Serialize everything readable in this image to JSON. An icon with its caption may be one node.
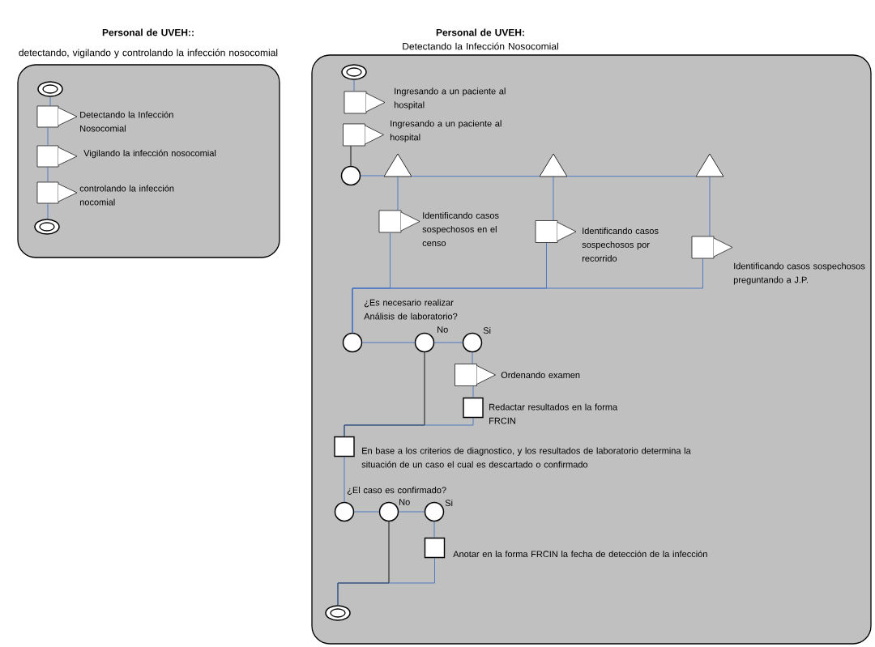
{
  "diagram": {
    "nodes": [
      {
        "text": [
          "Personal de UVEH::",
          "detectando, vigilando y controlando la infección nosocomial"
        ]
      },
      {
        "text": [],
        "shape": "ellipse",
        "in": 0
      },
      {
        "text": [],
        "shape": "box",
        "in": 0,
        "beside": [
          "Detectando la Infección Nosocomial"
        ]
      },
      {
        "text": [],
        "shape": "box",
        "in": 0,
        "beside": [
          "Vigilando la infección nosocomial"
        ]
      },
      {
        "text": [],
        "shape": "box",
        "in": 0,
        "beside": [
          "controlando la infección nocomial"
        ]
      },
      {
        "text": [],
        "shape": "ellipse",
        "in": 0
      },
      {
        "text": [
          "Personal de UVEH:",
          "Detectando la Infección Nosocomial"
        ]
      },
      {
        "text": [],
        "shape": "ellipse",
        "in": 6
      },
      {
        "text": [],
        "shape": "box",
        "in": 6,
        "beside": [
          "Ingresando a un paciente al hospital"
        ]
      },
      {
        "text": [],
        "shape": "box",
        "in": 6,
        "beside": [
          "Ingresando a un paciente al hospital"
        ]
      },
      {
        "text": [],
        "shape": "circle",
        "in": 6
      },
      {
        "text": [],
        "shape": "triangle",
        "in": 6
      },
      {
        "text": [],
        "shape": "triangle",
        "in": 6
      },
      {
        "text": [],
        "shape": "triangle",
        "in": 6
      },
      {
        "text": [],
        "shape": "box",
        "in": 6,
        "beside": [
          "Identificando casos sospechosos en el censo"
        ]
      },
      {
        "text": [],
        "shape": "box",
        "in": 6,
        "beside": [
          "Identificando casos sospechosos por recorrido"
        ]
      },
      {
        "text": [],
        "shape": "box",
        "in": 6,
        "beside": [
          "Identificando casos sospechosos preguntando a J.P."
        ]
      },
      {
        "text": [],
        "shape": "circle",
        "in": 6,
        "beside": [
          "¿Es necesario realizar Análisis de laboratorio?"
        ]
      },
      {
        "text": [],
        "shape": "circle",
        "in": 6,
        "beside": [
          "No"
        ]
      },
      {
        "text": [],
        "shape": "circle",
        "in": 6,
        "beside": [
          "Si"
        ]
      },
      {
        "text": [],
        "shape": "box",
        "in": 6,
        "beside": [
          "Ordenando examen"
        ]
      },
      {
        "text": [],
        "shape": "box",
        "in": 6,
        "beside": [
          "Redactar resultados en la forma FRCIN"
        ]
      },
      {
        "text": [],
        "shape": "box",
        "in": 6,
        "beside": [
          "En base a los criterios de diagnostico, y los resultados de laboratorio determina la situación de un caso el cual es descartado o confirmado"
        ]
      },
      {
        "text": [],
        "shape": "circle",
        "in": 6,
        "beside": [
          "¿El caso es confirmado?"
        ]
      },
      {
        "text": [],
        "shape": "circle",
        "in": 6,
        "beside": [
          "No"
        ]
      },
      {
        "text": [],
        "shape": "circle",
        "in": 6,
        "beside": [
          "Si"
        ]
      },
      {
        "text": [],
        "shape": "box",
        "in": 6,
        "beside": [
          "Anotar en la forma FRCIN la fecha de detección de la infección"
        ]
      },
      {
        "text": [],
        "shape": "ellipse",
        "in": 6
      }
    ],
    "edges": [
      {
        "from": 1,
        "to": 2,
        "arrow": "none"
      },
      {
        "from": 2,
        "to": 3,
        "arrow": "none"
      },
      {
        "from": 3,
        "to": 4,
        "arrow": "none"
      },
      {
        "from": 4,
        "to": 5,
        "arrow": "none"
      },
      {
        "from": 7,
        "to": 8,
        "arrow": "none"
      },
      {
        "from": 9,
        "to": 10,
        "arrow": "none",
        "color": "#000000"
      },
      {
        "from": 10,
        "to": 11,
        "arrow": "none"
      },
      {
        "from": 11,
        "to": 12,
        "arrow": "none"
      },
      {
        "from": 12,
        "to": 13,
        "arrow": "none"
      },
      {
        "from": 11,
        "to": 14,
        "arrow": "none"
      },
      {
        "from": 12,
        "to": 15,
        "arrow": "none"
      },
      {
        "from": 13,
        "to": 16,
        "arrow": "none"
      },
      {
        "from": 14,
        "to": 17,
        "arrow": "none"
      },
      {
        "from": 15,
        "to": 17,
        "arrow": "none"
      },
      {
        "from": 16,
        "to": 17,
        "arrow": "none"
      },
      {
        "from": 17,
        "to": 18,
        "arrow": "none"
      },
      {
        "from": 18,
        "to": 19,
        "arrow": "none"
      },
      {
        "from": 19,
        "to": 20,
        "arrow": "none"
      },
      {
        "from": 20,
        "to": 21,
        "arrow": "none"
      },
      {
        "from": 18,
        "to": 22,
        "arrow": "none",
        "color": "#000000"
      },
      {
        "from": 21,
        "to": 22,
        "arrow": "none"
      },
      {
        "from": 22,
        "to": 23,
        "arrow": "none"
      },
      {
        "from": 23,
        "to": 24,
        "arrow": "none"
      },
      {
        "from": 24,
        "to": 25,
        "arrow": "none"
      },
      {
        "from": 25,
        "to": 26,
        "arrow": "none"
      },
      {
        "from": 24,
        "to": 27,
        "arrow": "none",
        "color": "#000000"
      },
      {
        "from": 26,
        "to": 27,
        "arrow": "none"
      }
    ]
  }
}
